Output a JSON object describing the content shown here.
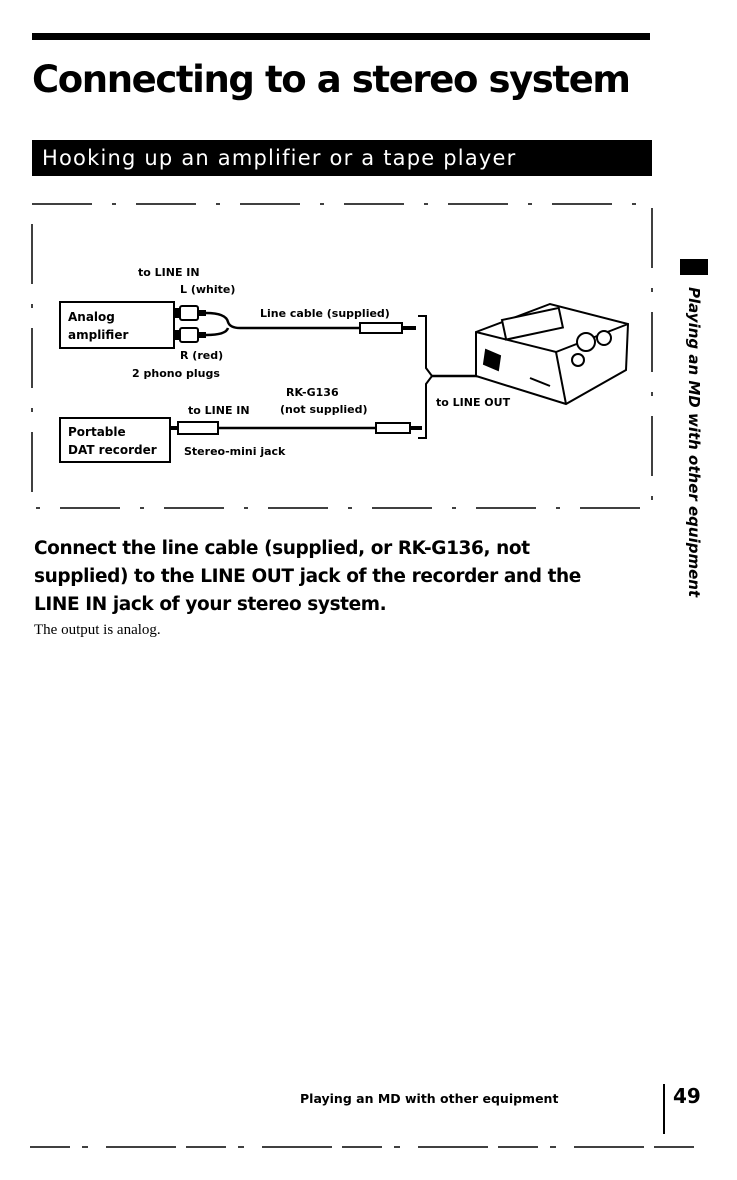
{
  "page": {
    "title": "Connecting to a stereo system",
    "section_heading": "Hooking up an amplifier or a tape player"
  },
  "diagram": {
    "to_line_in_top": "to LINE IN",
    "left_white": "L (white)",
    "analog_amp_line1": "Analog",
    "analog_amp_line2": "amplifier",
    "line_cable": "Line cable (supplied)",
    "right_red": "R (red)",
    "phono_plugs": "2 phono plugs",
    "rk_model": "RK-G136",
    "not_supplied": "(not supplied)",
    "to_line_in_bottom": "to LINE IN",
    "dat_line1": "Portable",
    "dat_line2": "DAT recorder",
    "stereo_mini_jack": "Stereo-mini jack",
    "to_line_out": "to LINE OUT"
  },
  "body": {
    "instruction": "Connect the line cable (supplied, or RK-G136, not supplied) to the LINE OUT jack of the recorder and the LINE IN jack of your stereo system.",
    "note": "The output is analog."
  },
  "sidebar": {
    "chapter_label": "Playing an MD with other equipment"
  },
  "footer": {
    "section": "Playing an MD with other equipment",
    "page_number": "49"
  }
}
